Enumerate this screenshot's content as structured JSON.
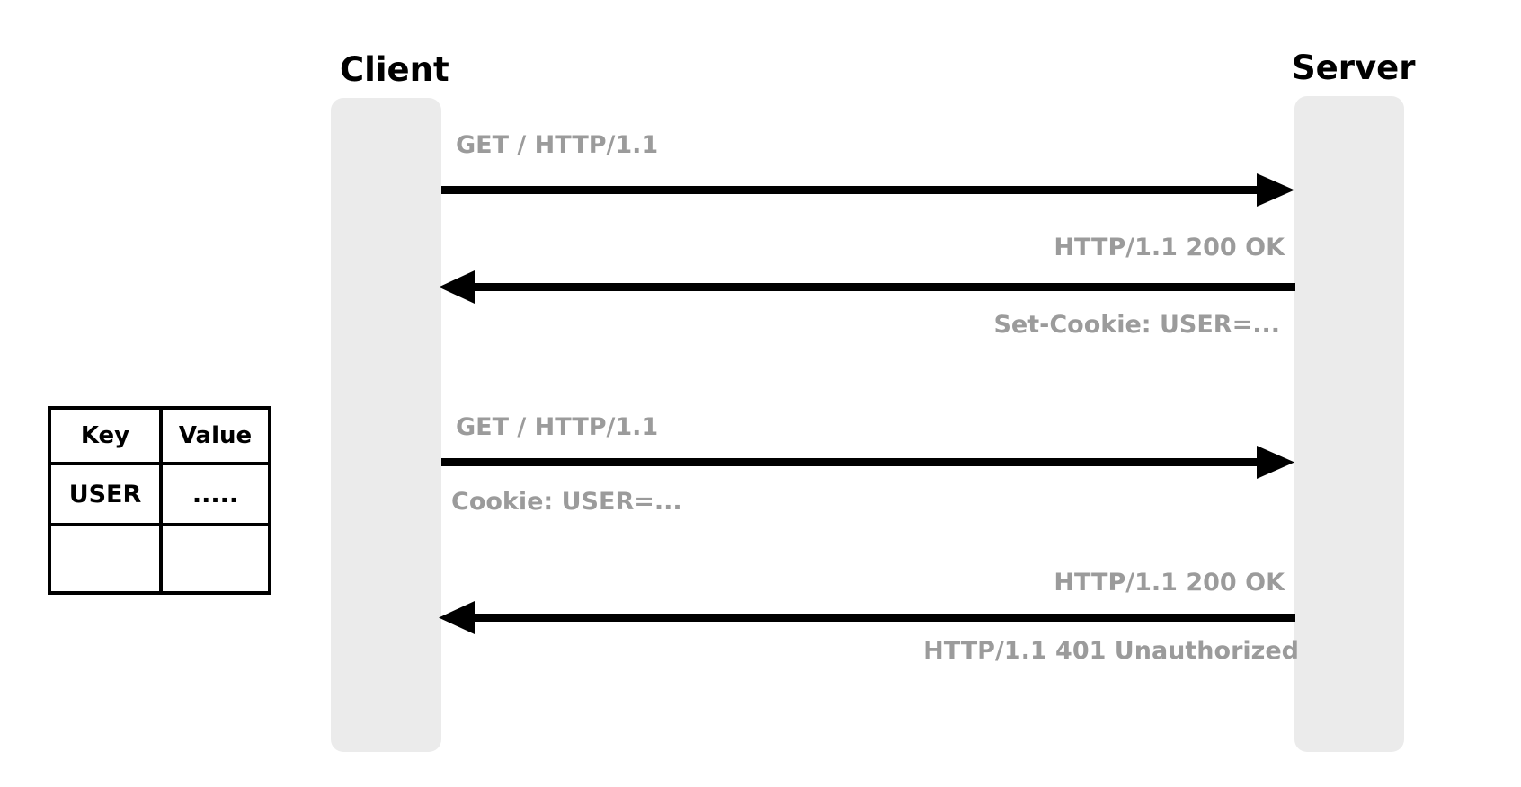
{
  "participants": {
    "client": "Client",
    "server": "Server"
  },
  "messages": [
    {
      "direction": "client-to-server",
      "label": "GET / HTTP/1.1",
      "sublabel": ""
    },
    {
      "direction": "server-to-client",
      "label": "HTTP/1.1 200 OK",
      "sublabel": "Set-Cookie: USER=..."
    },
    {
      "direction": "client-to-server",
      "label": "GET / HTTP/1.1",
      "sublabel": "Cookie: USER=..."
    },
    {
      "direction": "server-to-client",
      "label": "HTTP/1.1 200 OK",
      "sublabel": "HTTP/1.1 401 Unauthorized"
    }
  ],
  "cookie_store": {
    "headers": [
      "Key",
      "Value"
    ],
    "rows": [
      [
        "USER",
        "....."
      ],
      [
        "",
        ""
      ]
    ]
  },
  "colors": {
    "lifeline": "#ebebeb",
    "message_text": "#9b9b9b",
    "arrow": "#000000"
  }
}
